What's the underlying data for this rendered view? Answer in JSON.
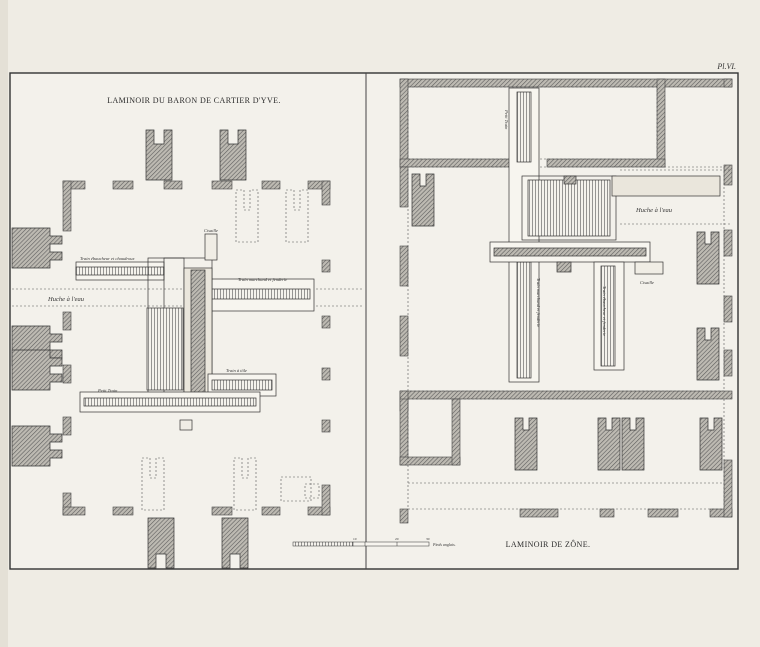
{
  "plate_number": "Pl.VI.",
  "left_plan": {
    "title": "LAMINOIR DU BARON DE CARTIER D'YVE.",
    "labels": {
      "train_ebaucheur": "Train ébaucheur et chaudroux",
      "cisaille": "Cisaille",
      "train_marchand": "Train marchand et fenderie",
      "huche": "Huche à l'eau",
      "train_tole": "Train à tôle",
      "petit_train": "Petit Train"
    }
  },
  "right_plan": {
    "title": "LAMINOIR DE ZÔNE.",
    "labels": {
      "petit_train": "Petit Train",
      "huche": "Huche à l'eau",
      "train_marchand": "Train marchand et fenderie",
      "train_ebaucheur": "Train ébaucheur et fenderie",
      "cisaille": "Cisaille"
    }
  },
  "scale": {
    "label": "Pieds anglais.",
    "ticks": [
      "10",
      "20",
      "30"
    ]
  },
  "colors": {
    "paper": "#efece4",
    "ink": "#3a3a3a",
    "hatch": "#6e6e6e"
  }
}
